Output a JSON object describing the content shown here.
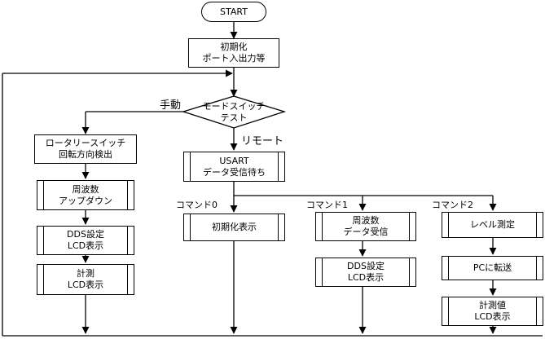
{
  "start": "START",
  "init": [
    "初期化",
    "ポート入出力等"
  ],
  "decision": [
    "モードスイッチ",
    "テスト"
  ],
  "branch_manual": "手動",
  "branch_remote": "リモート",
  "manual": {
    "box1": [
      "ロータリースイッチ",
      "回転方向検出"
    ],
    "box2": [
      "周波数",
      "アップダウン"
    ],
    "box3": [
      "DDS設定",
      "LCD表示"
    ],
    "box4": [
      "計測",
      "LCD表示"
    ]
  },
  "usart": [
    "USART",
    "データ受信待ち"
  ],
  "commands": [
    "コマンド0",
    "コマンド1",
    "コマンド2"
  ],
  "cmd0": [
    "初期化表示"
  ],
  "cmd1": {
    "box1": [
      "周波数",
      "データ受信"
    ],
    "box2": [
      "DDS設定",
      "LCD表示"
    ]
  },
  "cmd2": {
    "box1": [
      "レベル測定"
    ],
    "box2": [
      "PCに転送"
    ],
    "box3": [
      "計測値",
      "LCD表示"
    ]
  }
}
